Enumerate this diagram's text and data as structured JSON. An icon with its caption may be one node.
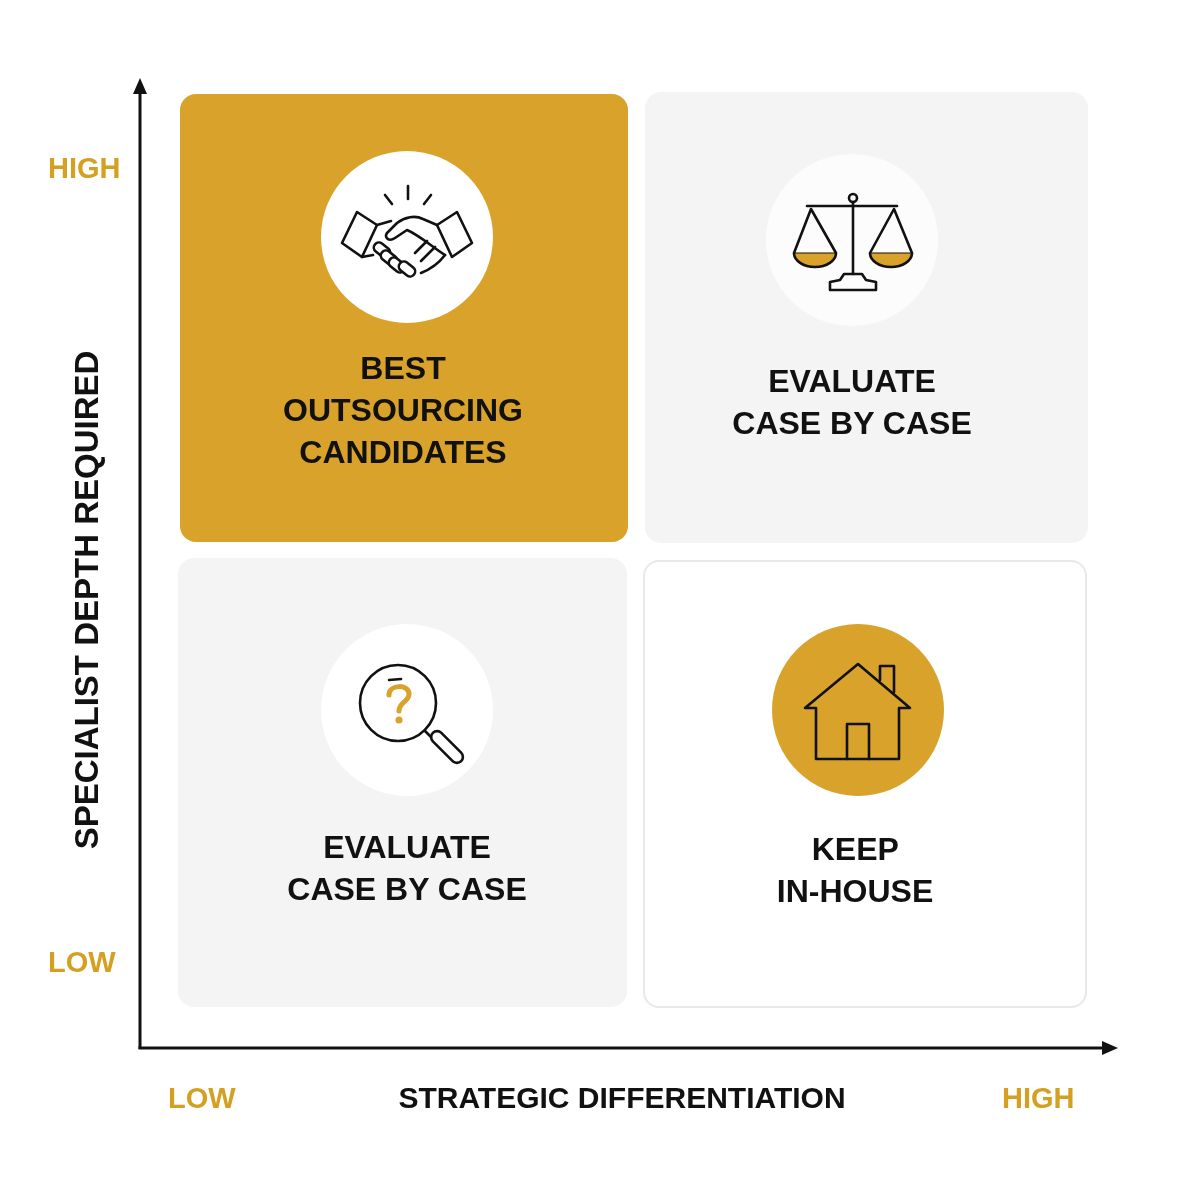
{
  "diagram": {
    "nodes": [
      {
        "text": [
          "BEST OUTSOURCING CANDIDATES"
        ]
      },
      {
        "text": [
          "EVALUATE CASE BY CASE"
        ]
      },
      {
        "text": [
          "EVALUATE CASE BY CASE"
        ]
      },
      {
        "text": [
          "KEEP IN-HOUSE"
        ]
      }
    ],
    "labels": [
      "HIGH",
      "SPECIALIST DEPTH REQUIRED",
      "LOW",
      "LOW",
      "STRATEGIC DIFFERENTIATION",
      "HIGH"
    ]
  }
}
